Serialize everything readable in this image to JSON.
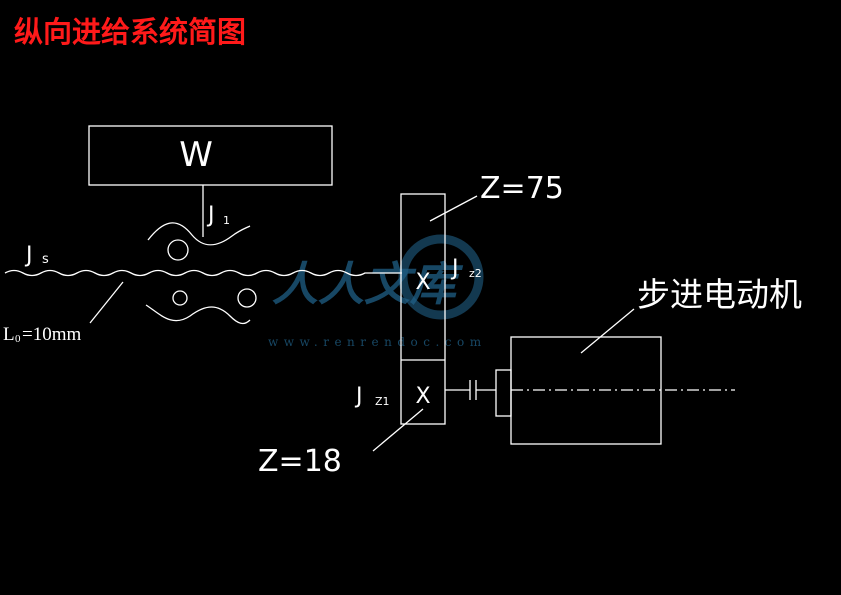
{
  "title": "纵向进给系统简图",
  "labels": {
    "w": "W",
    "j1": "J",
    "j1_sub": "1",
    "js": "J",
    "js_sub": "s",
    "lead": "L",
    "lead_sub": "0",
    "lead_value": "=10mm",
    "gear_large_x": "X",
    "jz2": "J",
    "jz2_sub": "z2",
    "z75": "Z=75",
    "gear_small_x": "X",
    "jz1": "J",
    "jz1_sub": "Z1",
    "z18": "Z=18",
    "motor": "步进电动机"
  },
  "watermark": {
    "logo_text": "人人文库",
    "url": "www.renrendoc.com"
  },
  "colors": {
    "background": "#000000",
    "lines": "#ffffff",
    "title": "#ff1a1a",
    "watermark": "#1f5f86"
  }
}
